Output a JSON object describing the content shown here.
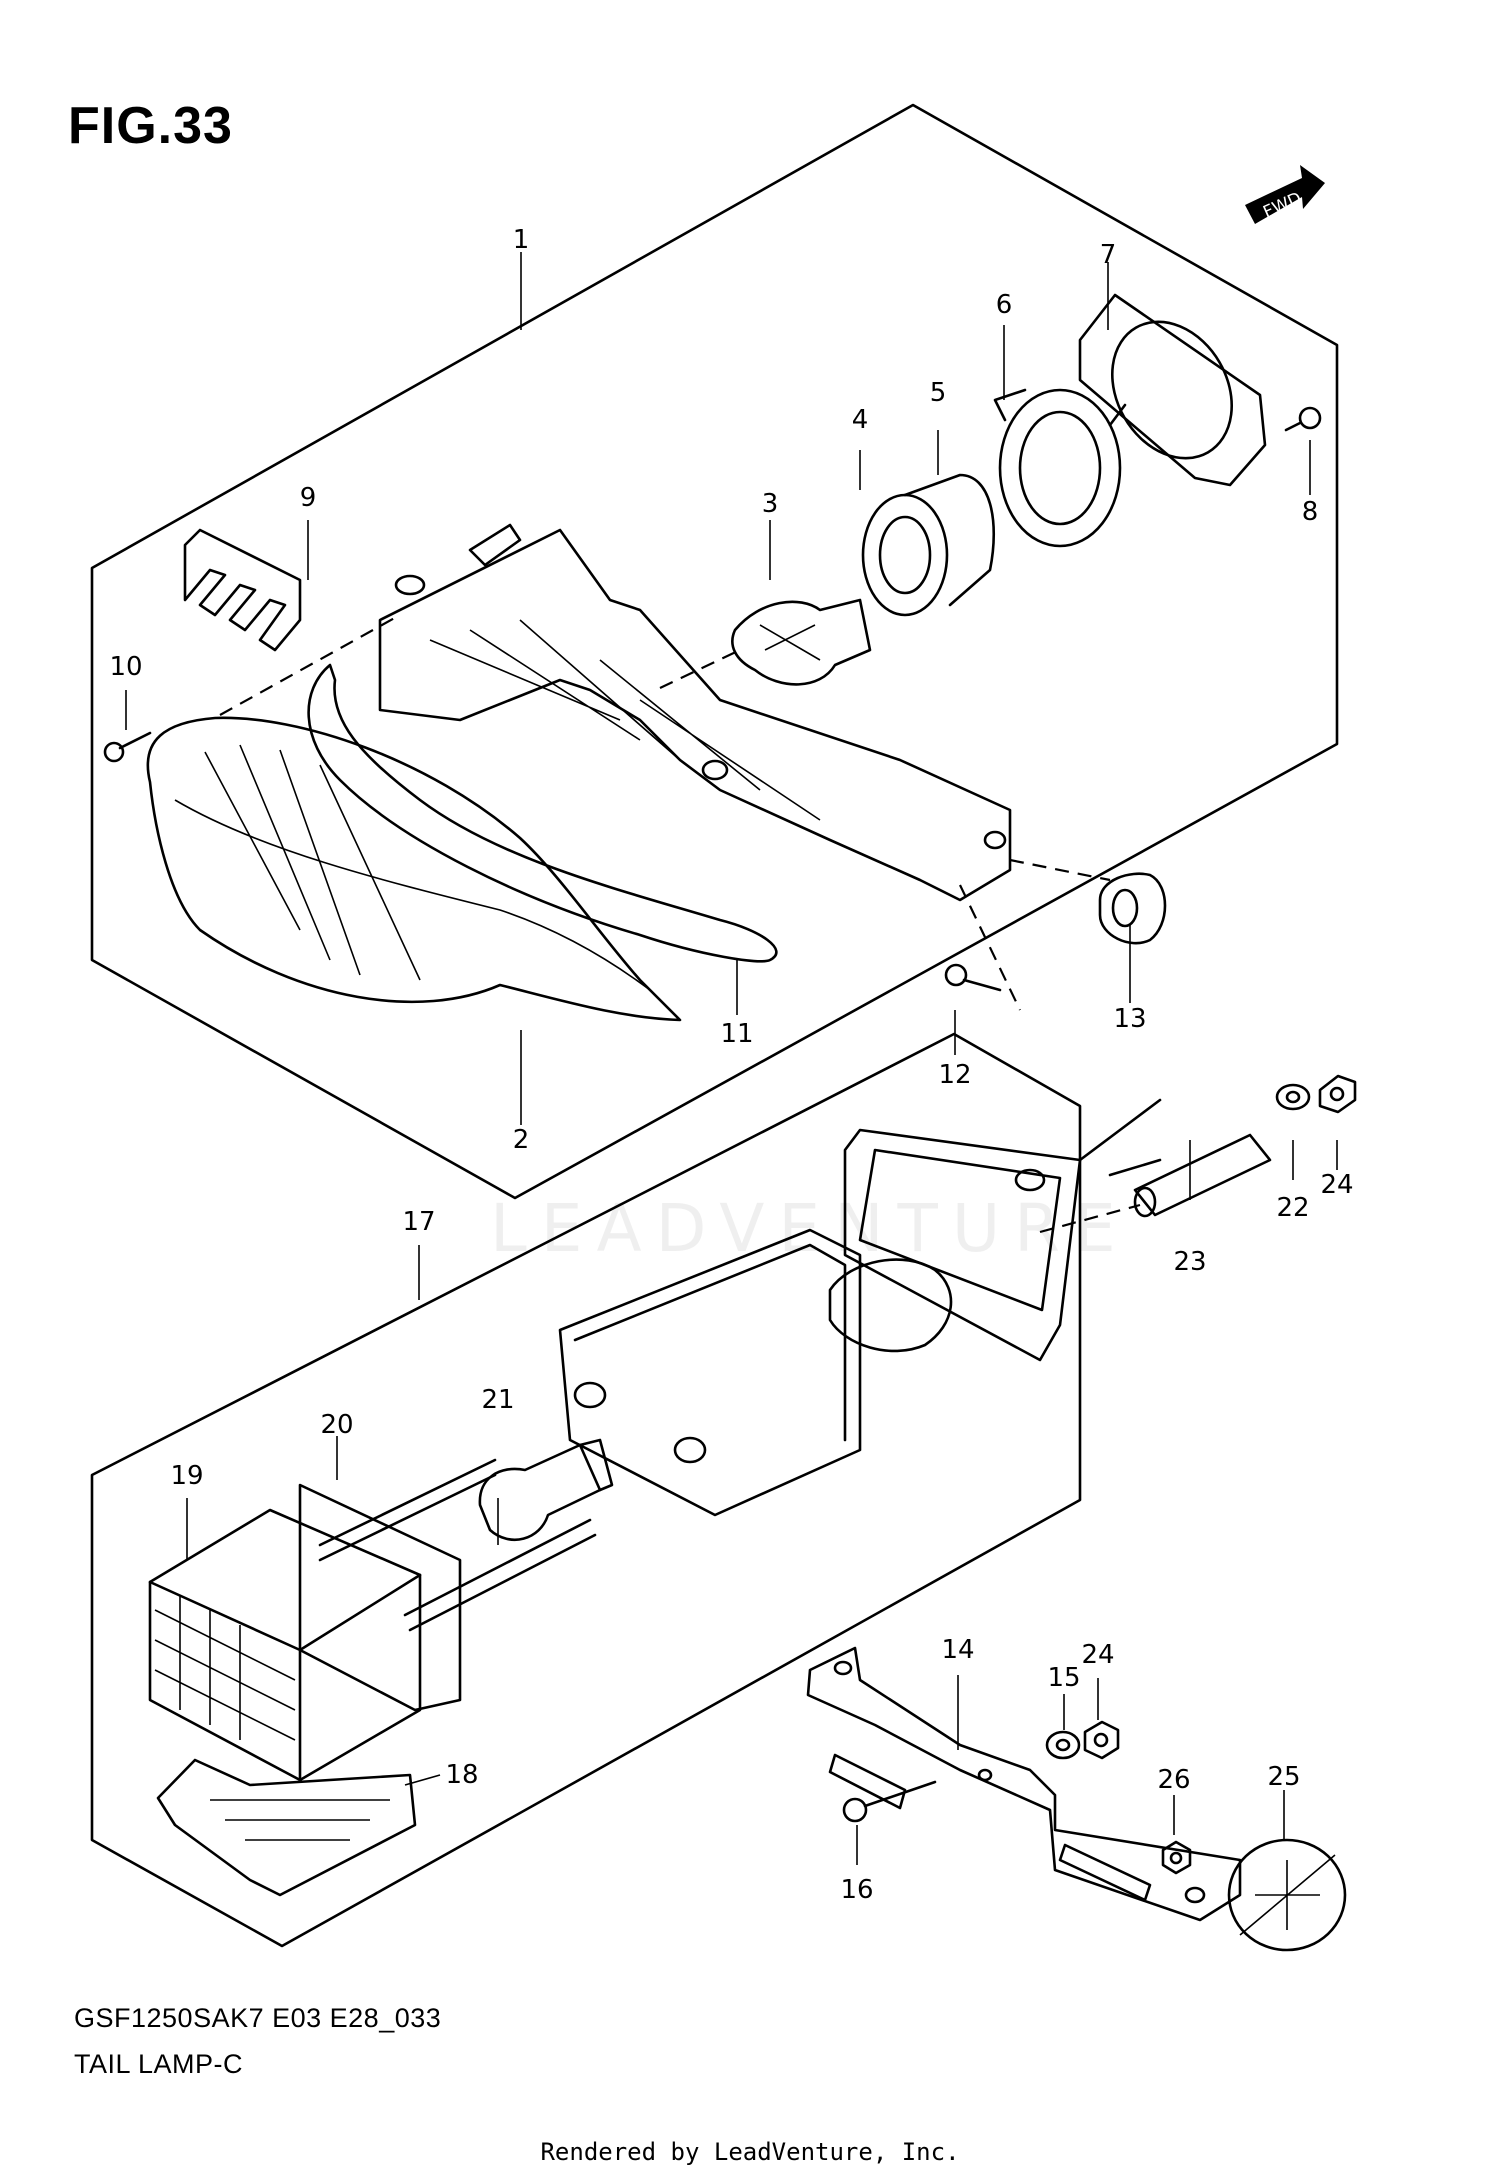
{
  "figure": {
    "title": "FIG.33"
  },
  "model_code": "GSF1250SAK7 E03 E28_033",
  "assembly_name": "TAIL LAMP-C",
  "footer": "Rendered by LeadVenture, Inc.",
  "watermark": "LEADVENTURE",
  "fwd_arrow": "FWD",
  "callouts": {
    "c1": "1",
    "c2": "2",
    "c3": "3",
    "c4": "4",
    "c5": "5",
    "c6": "6",
    "c7": "7",
    "c8": "8",
    "c9": "9",
    "c10": "10",
    "c11": "11",
    "c12": "12",
    "c13": "13",
    "c14": "14",
    "c15": "15",
    "c16": "16",
    "c17": "17",
    "c18": "18",
    "c19": "19",
    "c20": "20",
    "c21": "21",
    "c22": "22",
    "c23": "23",
    "c24a": "24",
    "c24b": "24",
    "c25": "25",
    "c26": "26"
  }
}
